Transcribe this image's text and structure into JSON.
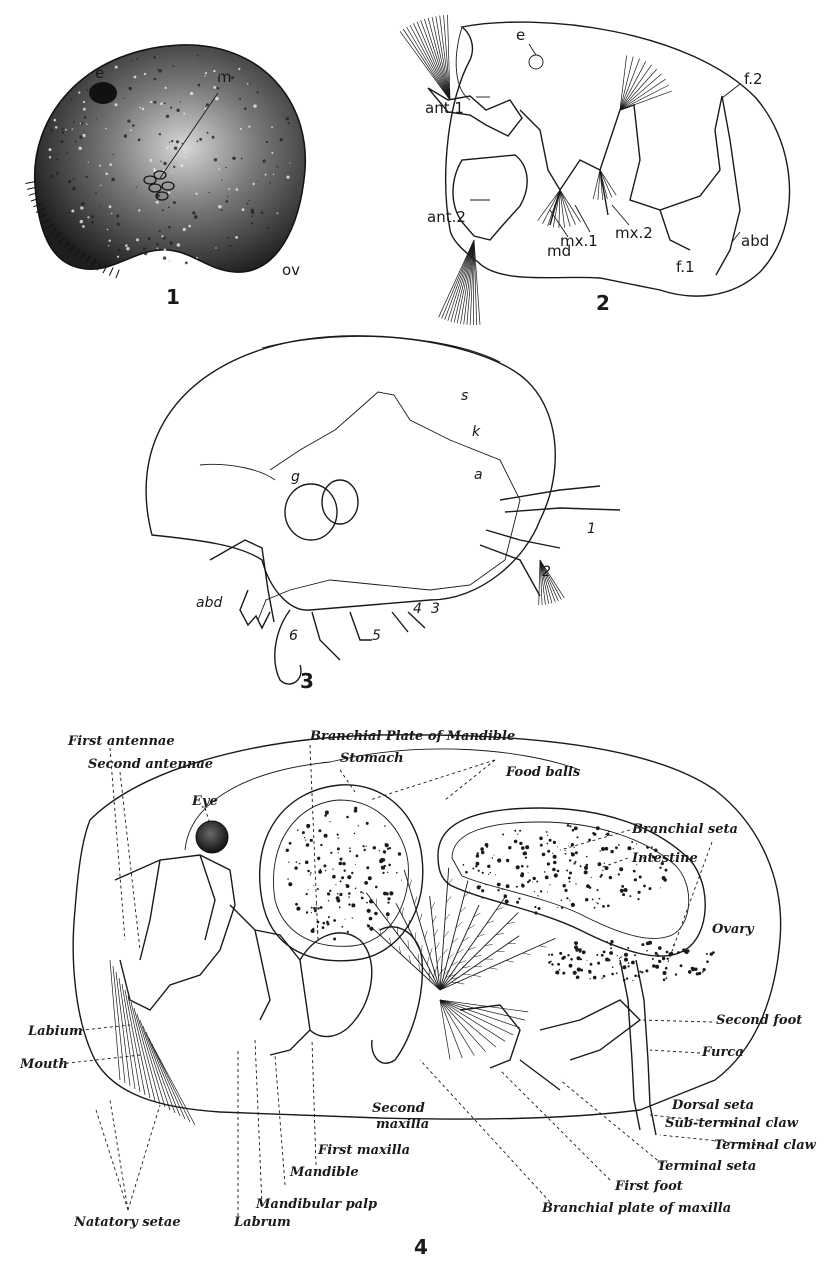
{
  "figures": {
    "fig1": {
      "number": "1",
      "labels": {
        "e": "e",
        "m": "m",
        "ov": "ov"
      }
    },
    "fig2": {
      "number": "2",
      "labels": {
        "e": "e",
        "ant1": "ant.1",
        "ant2": "ant.2",
        "md": "md",
        "mx1": "mx.1",
        "mx2": "mx.2",
        "f1": "f.1",
        "f2": "f.2",
        "abd": "abd"
      }
    },
    "fig3": {
      "number": "3",
      "labels": {
        "s": "s",
        "k": "k",
        "a": "a",
        "g": "g",
        "abd": "abd",
        "n1": "1",
        "n2": "2",
        "n3": "3",
        "n4": "4",
        "n5": "5",
        "n6": "6"
      }
    },
    "fig4": {
      "number": "4",
      "labels": {
        "branchial_plate_mandible": "Branchial Plate of Mandible",
        "stomach": "Stomach",
        "food_balls": "Food balls",
        "first_antennae": "First antennae",
        "second_antennae": "Second antennae",
        "eye": "Eye",
        "branchial_seta": "Branchial seta",
        "intestine": "Intestine",
        "ovary": "Ovary",
        "second_foot": "Second foot",
        "furca": "Furca",
        "labium": "Labium",
        "mouth": "Mouth",
        "dorsal_seta": "Dorsal seta",
        "second_maxilla_1": "Second",
        "second_maxilla_2": "maxilla",
        "sub_terminal_claw": "Sub-terminal claw",
        "terminal_claw": "Terminal claw",
        "first_maxilla": "First maxilla",
        "terminal_seta": "Terminal seta",
        "mandible": "Mandible",
        "first_foot": "First foot",
        "mandibular_palp": "Mandibular palp",
        "branchial_plate_maxilla": "Branchial plate of maxilla",
        "natatory_setae": "Natatory setae",
        "labrum": "Labrum"
      }
    }
  }
}
